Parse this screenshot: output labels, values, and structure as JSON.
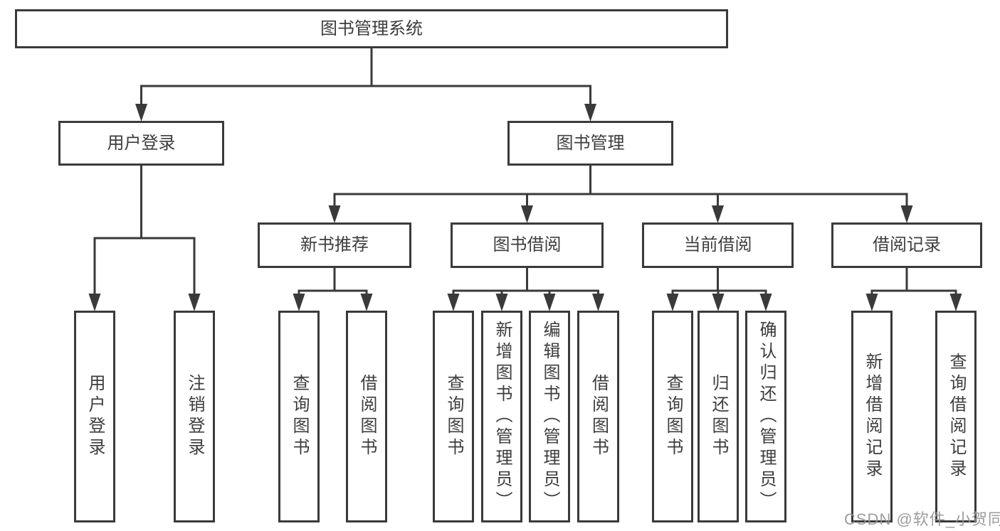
{
  "diagram": {
    "watermark": "CSDN @软件_小贺同学",
    "colors": {
      "line": "#3a3a3a",
      "box_border": "#3a3a3a",
      "text": "#3d3d3d",
      "background": "#ffffff",
      "watermark": "#949494"
    },
    "nodes": [
      {
        "id": "root",
        "label": "图书管理系统"
      },
      {
        "id": "user-login",
        "label": "用户登录"
      },
      {
        "id": "book-mgmt",
        "label": "图书管理"
      },
      {
        "id": "login",
        "label": "用户登录"
      },
      {
        "id": "logout",
        "label": "注销登录"
      },
      {
        "id": "new-book-rec",
        "label": "新书推荐"
      },
      {
        "id": "book-borrow",
        "label": "图书借阅"
      },
      {
        "id": "current-borrow",
        "label": "当前借阅"
      },
      {
        "id": "borrow-record",
        "label": "借阅记录"
      },
      {
        "id": "nbr-query",
        "label": "查询图书"
      },
      {
        "id": "nbr-borrow",
        "label": "借阅图书"
      },
      {
        "id": "bb-query",
        "label": "查询图书"
      },
      {
        "id": "bb-add",
        "label": "新增图书（管理员）"
      },
      {
        "id": "bb-edit",
        "label": "编辑图书（管理员）"
      },
      {
        "id": "bb-borrow",
        "label": "借阅图书"
      },
      {
        "id": "cb-query",
        "label": "查询图书"
      },
      {
        "id": "cb-return",
        "label": "归还图书"
      },
      {
        "id": "cb-confirm",
        "label": "确认归还（管理员）"
      },
      {
        "id": "br-add",
        "label": "新增借阅记录"
      },
      {
        "id": "br-query",
        "label": "查询借阅记录"
      }
    ],
    "edges": [
      {
        "from": "root",
        "to": [
          "user-login",
          "book-mgmt"
        ]
      },
      {
        "from": "user-login",
        "to": [
          "login",
          "logout"
        ]
      },
      {
        "from": "book-mgmt",
        "to": [
          "new-book-rec",
          "book-borrow",
          "current-borrow",
          "borrow-record"
        ]
      },
      {
        "from": "new-book-rec",
        "to": [
          "nbr-query",
          "nbr-borrow"
        ]
      },
      {
        "from": "book-borrow",
        "to": [
          "bb-query",
          "bb-add",
          "bb-edit",
          "bb-borrow"
        ]
      },
      {
        "from": "current-borrow",
        "to": [
          "cb-query",
          "cb-return",
          "cb-confirm"
        ]
      },
      {
        "from": "borrow-record",
        "to": [
          "br-add",
          "br-query"
        ]
      }
    ]
  }
}
